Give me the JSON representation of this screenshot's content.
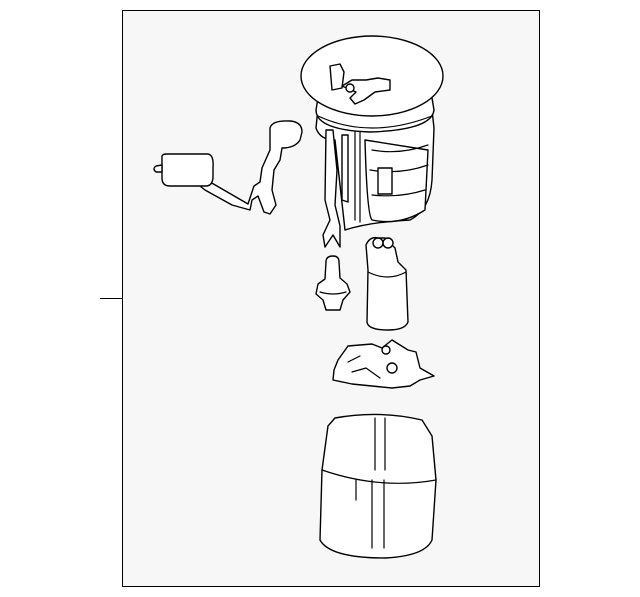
{
  "diagram": {
    "kind": "exploded parts illustration",
    "colors": {
      "frame_fill": "#f7f7f7",
      "line": "#000000",
      "background": "#ffffff"
    },
    "parts": [
      "fuel-pump-module-flange",
      "fuel-level-sender",
      "filter-fitting",
      "fuel-pump",
      "pump-bracket",
      "reservoir-cup"
    ]
  }
}
